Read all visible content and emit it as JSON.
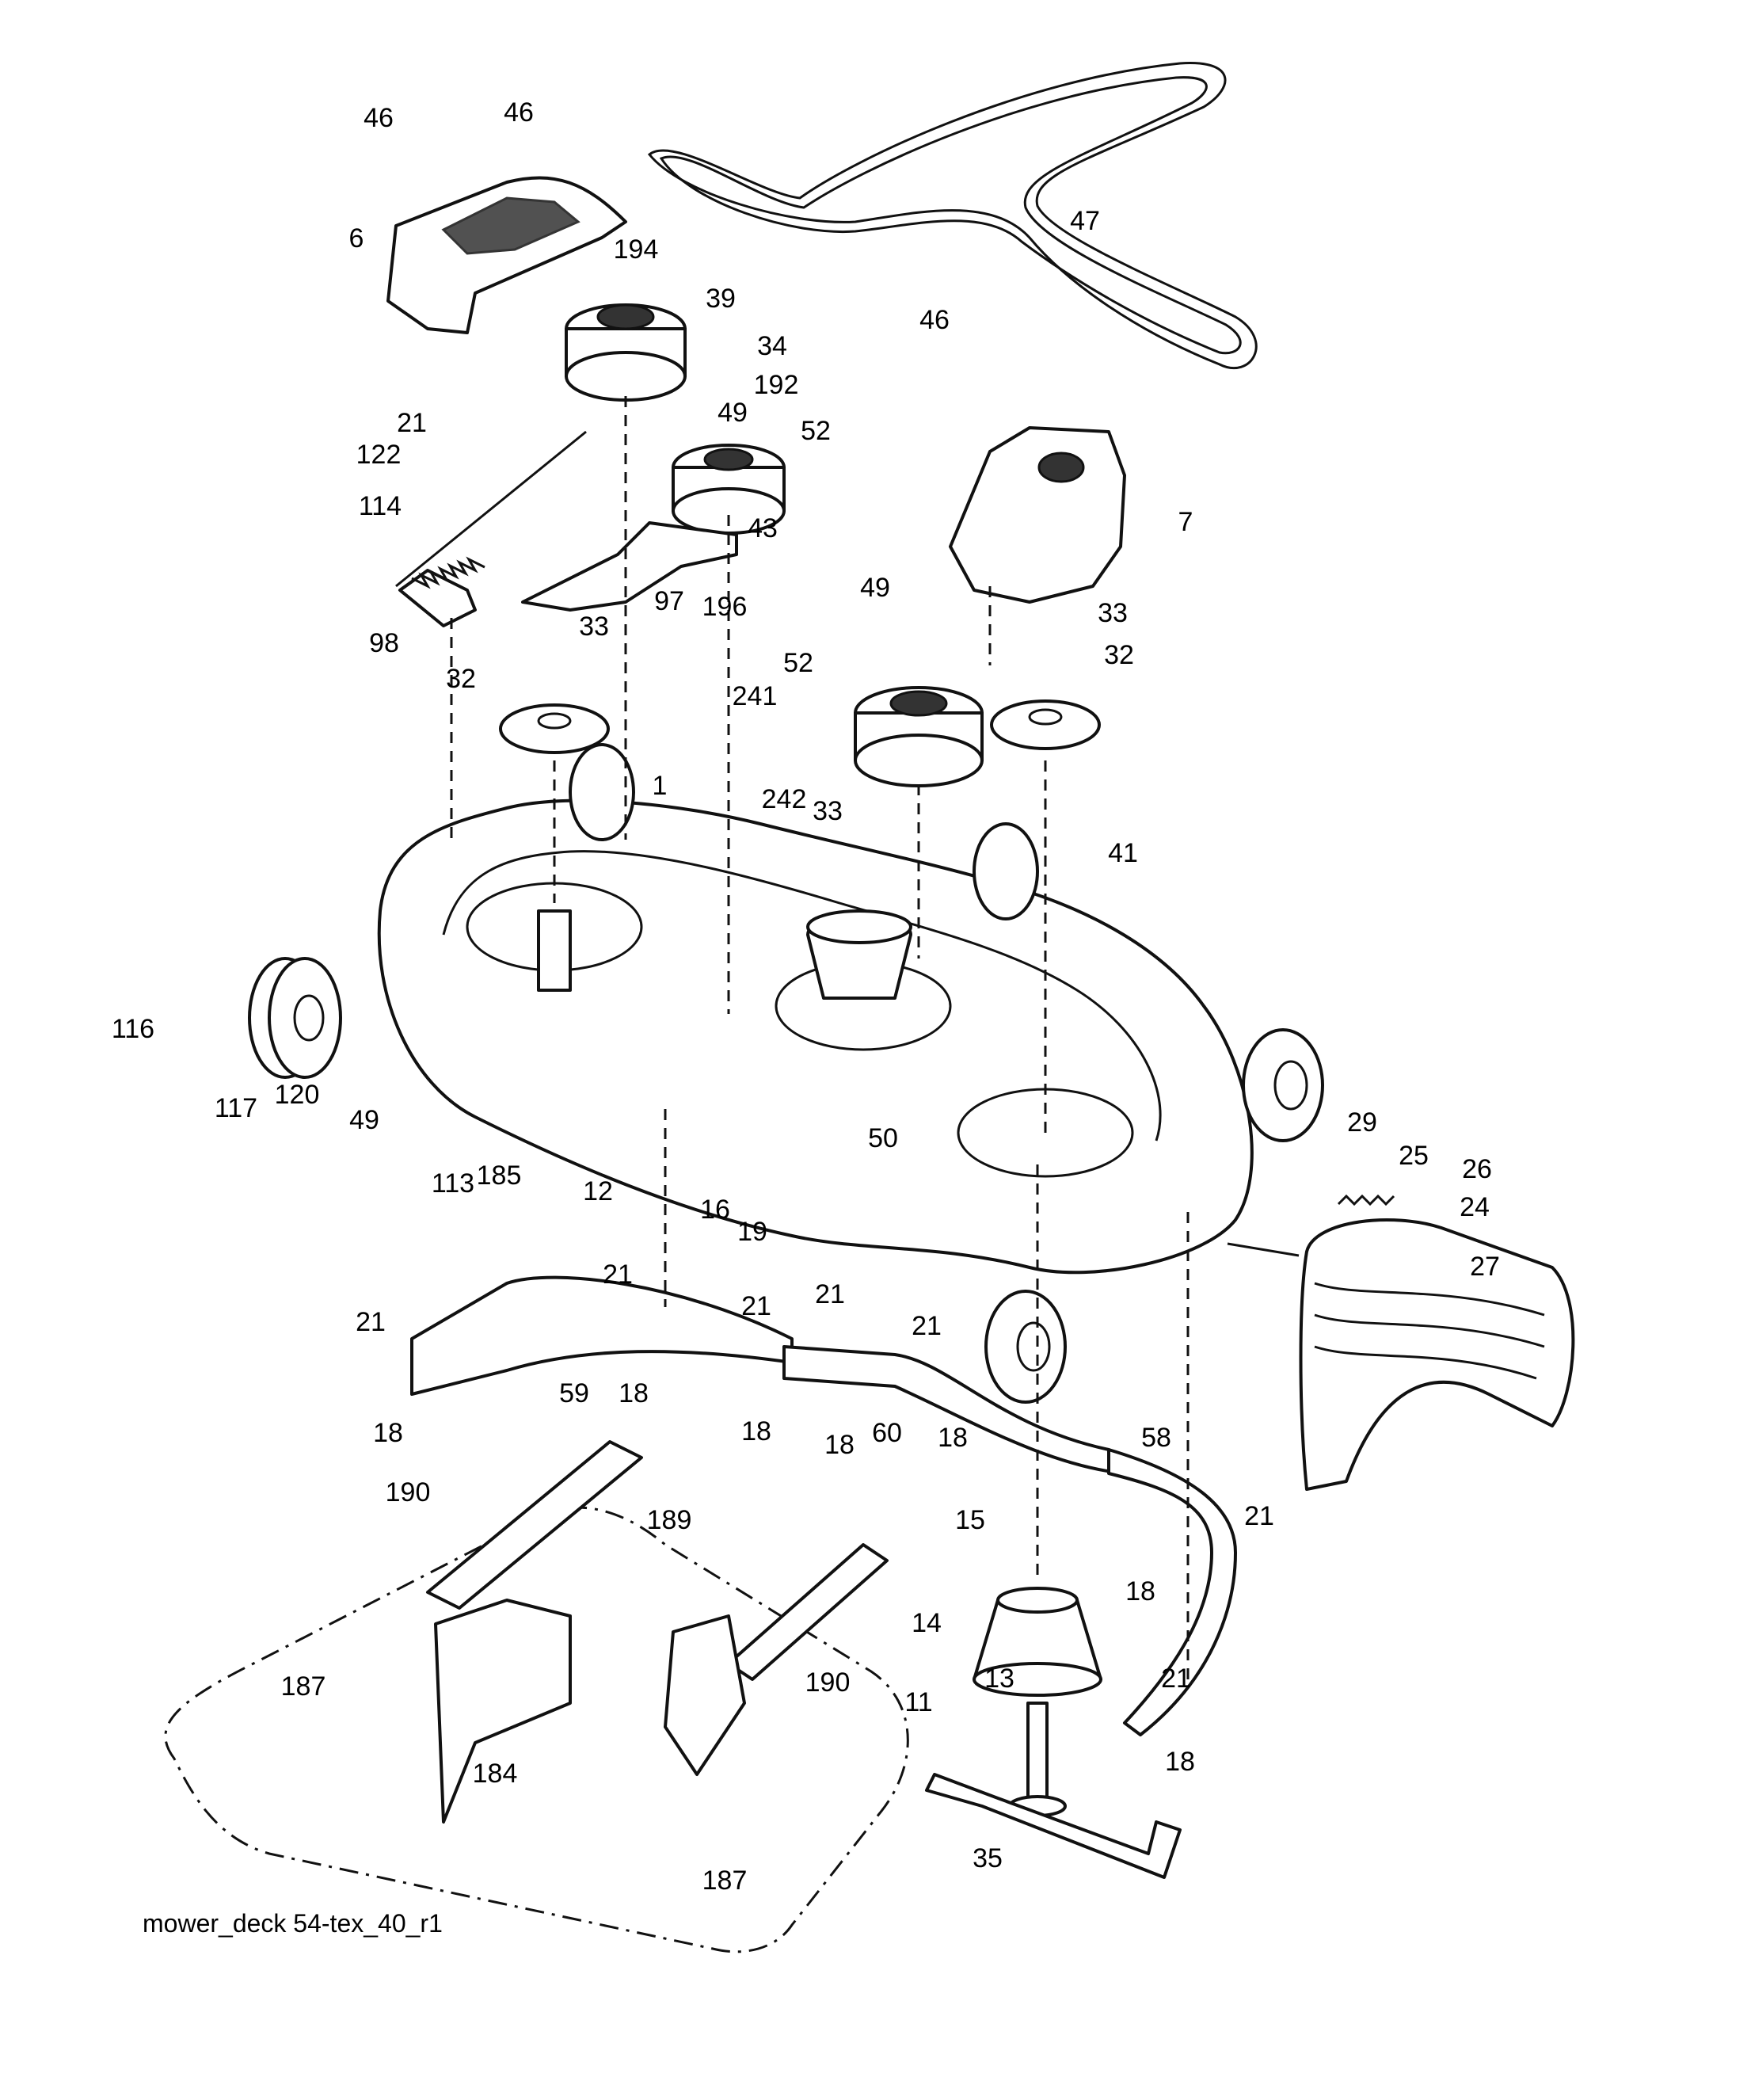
{
  "caption": "mower_deck 54-tex_40_r1",
  "callouts": [
    "46",
    "46",
    "6",
    "194",
    "39",
    "34",
    "192",
    "49",
    "52",
    "47",
    "46",
    "7",
    "21",
    "122",
    "114",
    "43",
    "196",
    "97",
    "98",
    "33",
    "49",
    "52",
    "33",
    "32",
    "32",
    "241",
    "1",
    "242",
    "33",
    "41",
    "116",
    "117",
    "120",
    "49",
    "113",
    "185",
    "50",
    "29",
    "25",
    "26",
    "24",
    "27",
    "12",
    "16",
    "19",
    "21",
    "21",
    "21",
    "21",
    "21",
    "59",
    "18",
    "18",
    "18",
    "18",
    "60",
    "58",
    "18",
    "15",
    "21",
    "190",
    "189",
    "14",
    "18",
    "187",
    "190",
    "13",
    "11",
    "21",
    "184",
    "18",
    "187",
    "35"
  ]
}
